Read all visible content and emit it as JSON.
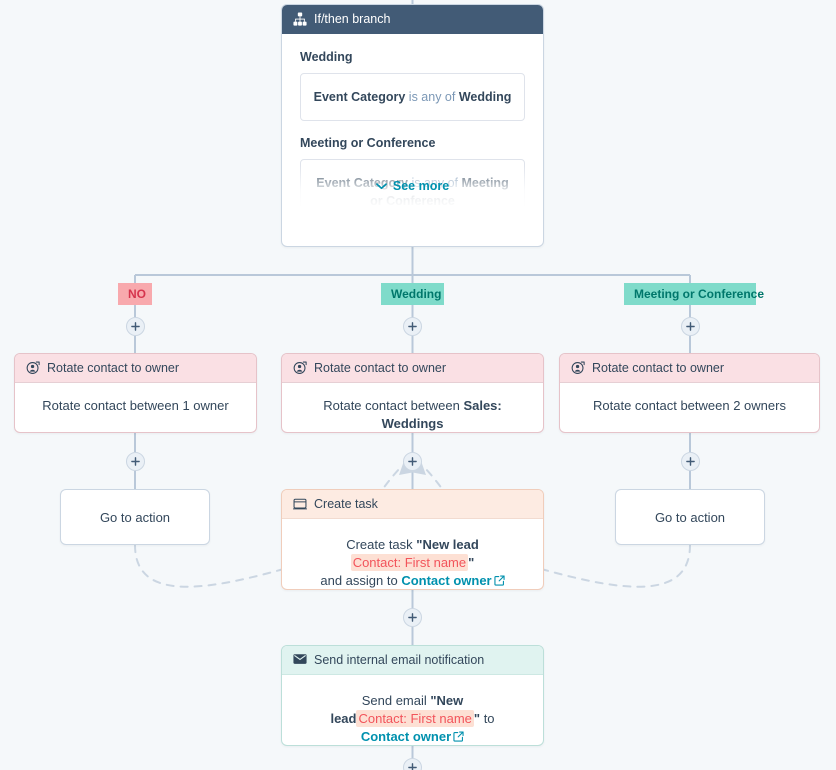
{
  "canvas": {
    "background": "#f5f8fa",
    "line_color": "#b9c8d9"
  },
  "branch_card": {
    "icon": "hierarchy-icon",
    "title": "If/then branch",
    "header_color": "#425b76",
    "conditions": [
      {
        "label": "Wedding",
        "prefix": "Event Category",
        "middle": " is any of ",
        "value": "Wedding"
      },
      {
        "label": "Meeting or Conference",
        "prefix": "Event Category",
        "middle": " is any of ",
        "value": "Meeting or Conference"
      }
    ],
    "see_more_label": "See more",
    "see_more_icon": "chevron-down-icon",
    "see_more_color": "#0091ae"
  },
  "branches": [
    {
      "label": "NO",
      "badge_bg": "#f8a9ad",
      "badge_fg": "#d6344d"
    },
    {
      "label": "Wedding",
      "badge_bg": "#7fdbca",
      "badge_fg": "#00776b"
    },
    {
      "label": "Meeting or Conference",
      "badge_bg": "#7fdbca",
      "badge_fg": "#00776b"
    }
  ],
  "rotate_cards": [
    {
      "icon": "rotate-contact-icon",
      "title": "Rotate contact to owner",
      "header_color": "#fae0e4",
      "body_prefix": "Rotate contact between ",
      "body_value": "1 owner",
      "body_value_bold": false
    },
    {
      "icon": "rotate-contact-icon",
      "title": "Rotate contact to owner",
      "header_color": "#fae0e4",
      "body_prefix": "Rotate contact between ",
      "body_value": "Sales: Weddings",
      "body_value_bold": true
    },
    {
      "icon": "rotate-contact-icon",
      "title": "Rotate contact to owner",
      "header_color": "#fae0e4",
      "body_prefix": "Rotate contact between ",
      "body_value": "2 owners",
      "body_value_bold": false
    }
  ],
  "goto_actions": [
    {
      "label": "Go to action"
    },
    {
      "label": "Go to action"
    }
  ],
  "task_card": {
    "icon": "task-icon",
    "title": "Create task",
    "header_color": "#fdebe2",
    "line1_prefix": "Create task ",
    "line1_quote_open": "\"",
    "line1_strong": "New lead ",
    "line1_token": "Contact: First name",
    "line1_quote_close": "\"",
    "line2_prefix": "and assign to ",
    "line2_link": "Contact owner",
    "link_icon": "external-link-icon"
  },
  "email_card": {
    "icon": "envelope-icon",
    "title": "Send internal email notification",
    "header_color": "#e0f3f0",
    "line1_prefix": "Send email ",
    "line1_quote_open": "\"",
    "line1_strong": "New lead",
    "line1_token": "Contact: First name",
    "line1_quote_close": "\"",
    "line1_suffix": " to",
    "line2_link": "Contact owner",
    "link_icon": "external-link-icon"
  },
  "plus_buttons": [
    {
      "name": "add-step-no-branch"
    },
    {
      "name": "add-step-wedding-branch"
    },
    {
      "name": "add-step-meeting-branch"
    },
    {
      "name": "add-step-after-rotate-left"
    },
    {
      "name": "add-step-after-rotate-center"
    },
    {
      "name": "add-step-after-rotate-right"
    },
    {
      "name": "add-step-after-create-task"
    },
    {
      "name": "add-step-after-email"
    }
  ]
}
